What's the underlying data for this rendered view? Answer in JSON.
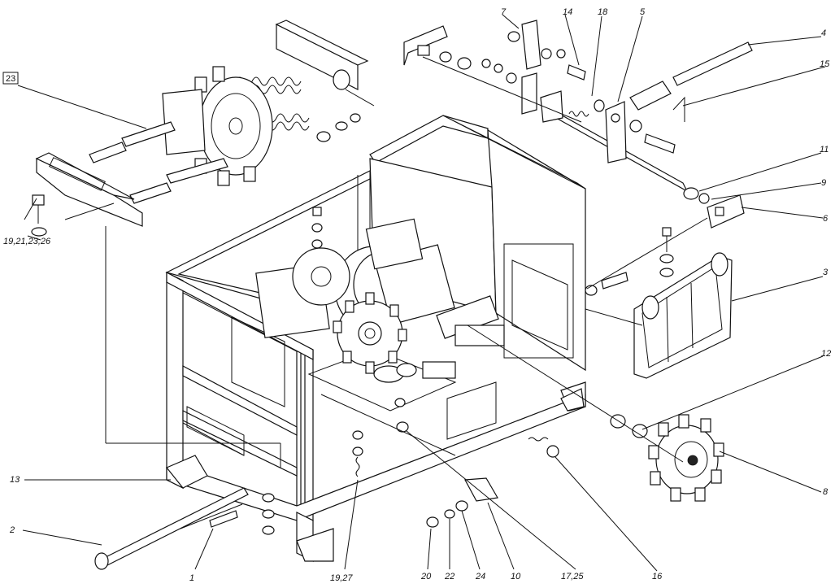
{
  "figure": {
    "callout_boxed": "23",
    "labels": [
      "1",
      "2",
      "3",
      "4",
      "5",
      "6",
      "7",
      "8",
      "9",
      "10",
      "11",
      "12",
      "13",
      "14",
      "15",
      "16",
      "17,25",
      "18",
      "19,27",
      "19,21,23,26",
      "20",
      "22",
      "24"
    ]
  }
}
